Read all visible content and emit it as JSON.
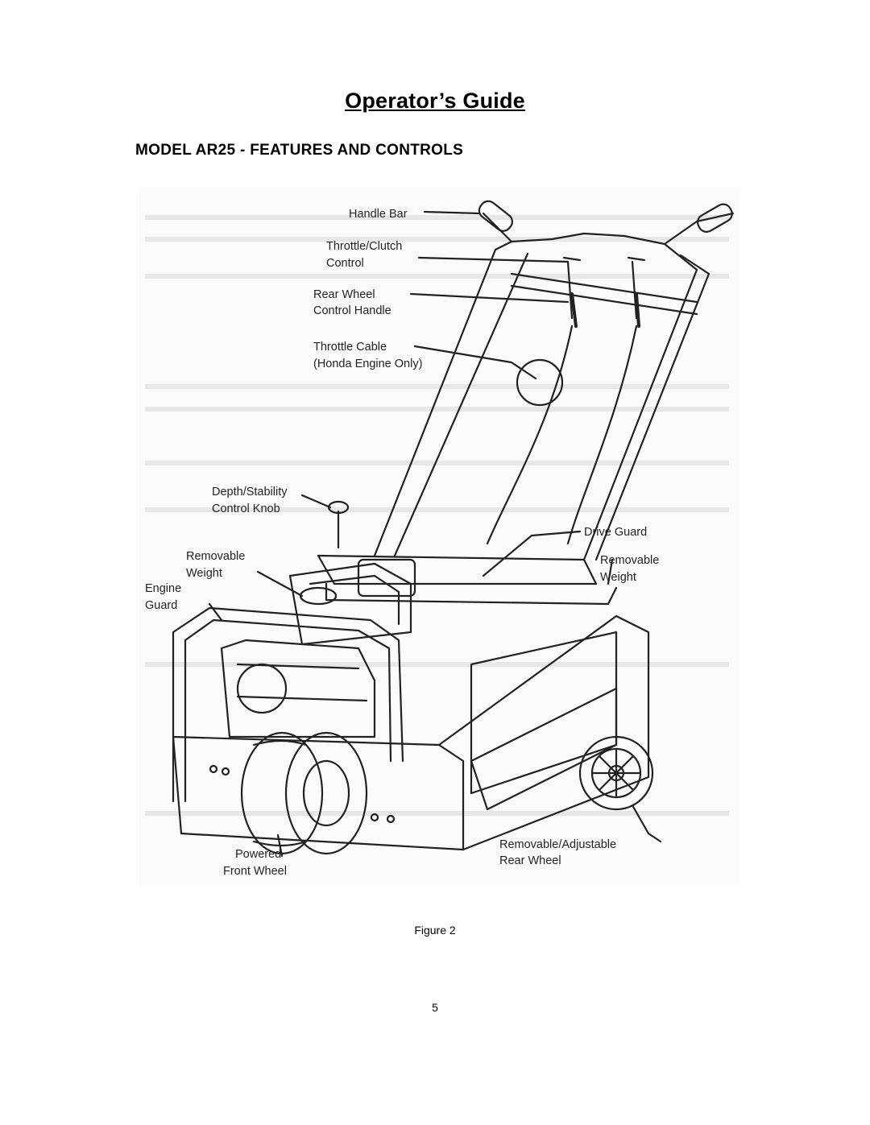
{
  "header": {
    "title": "Operator’s Guide",
    "subtitle": "MODEL AR25 - FEATURES AND CONTROLS"
  },
  "figure": {
    "callouts": {
      "handle_bar": "Handle Bar",
      "throttle_clutch_1": "Throttle/Clutch",
      "throttle_clutch_2": "Control",
      "rear_wheel_handle_1": "Rear Wheel",
      "rear_wheel_handle_2": "Control Handle",
      "throttle_cable_1": "Throttle Cable",
      "throttle_cable_2": "(Honda Engine Only)",
      "depth_knob_1": "Depth/Stability",
      "depth_knob_2": "Control Knob",
      "removable_weight_left_1": "Removable",
      "removable_weight_left_2": "Weight",
      "engine_guard_1": "Engine",
      "engine_guard_2": "Guard",
      "drive_guard": "Drive Guard",
      "removable_weight_right_1": "Removable",
      "removable_weight_right_2": "Weight",
      "powered_front_wheel_1": "Powered",
      "powered_front_wheel_2": "Front Wheel",
      "rear_wheel_1": "Removable/Adjustable",
      "rear_wheel_2": "Rear Wheel"
    },
    "caption": "Figure 2"
  },
  "footer": {
    "page_number": "5"
  }
}
